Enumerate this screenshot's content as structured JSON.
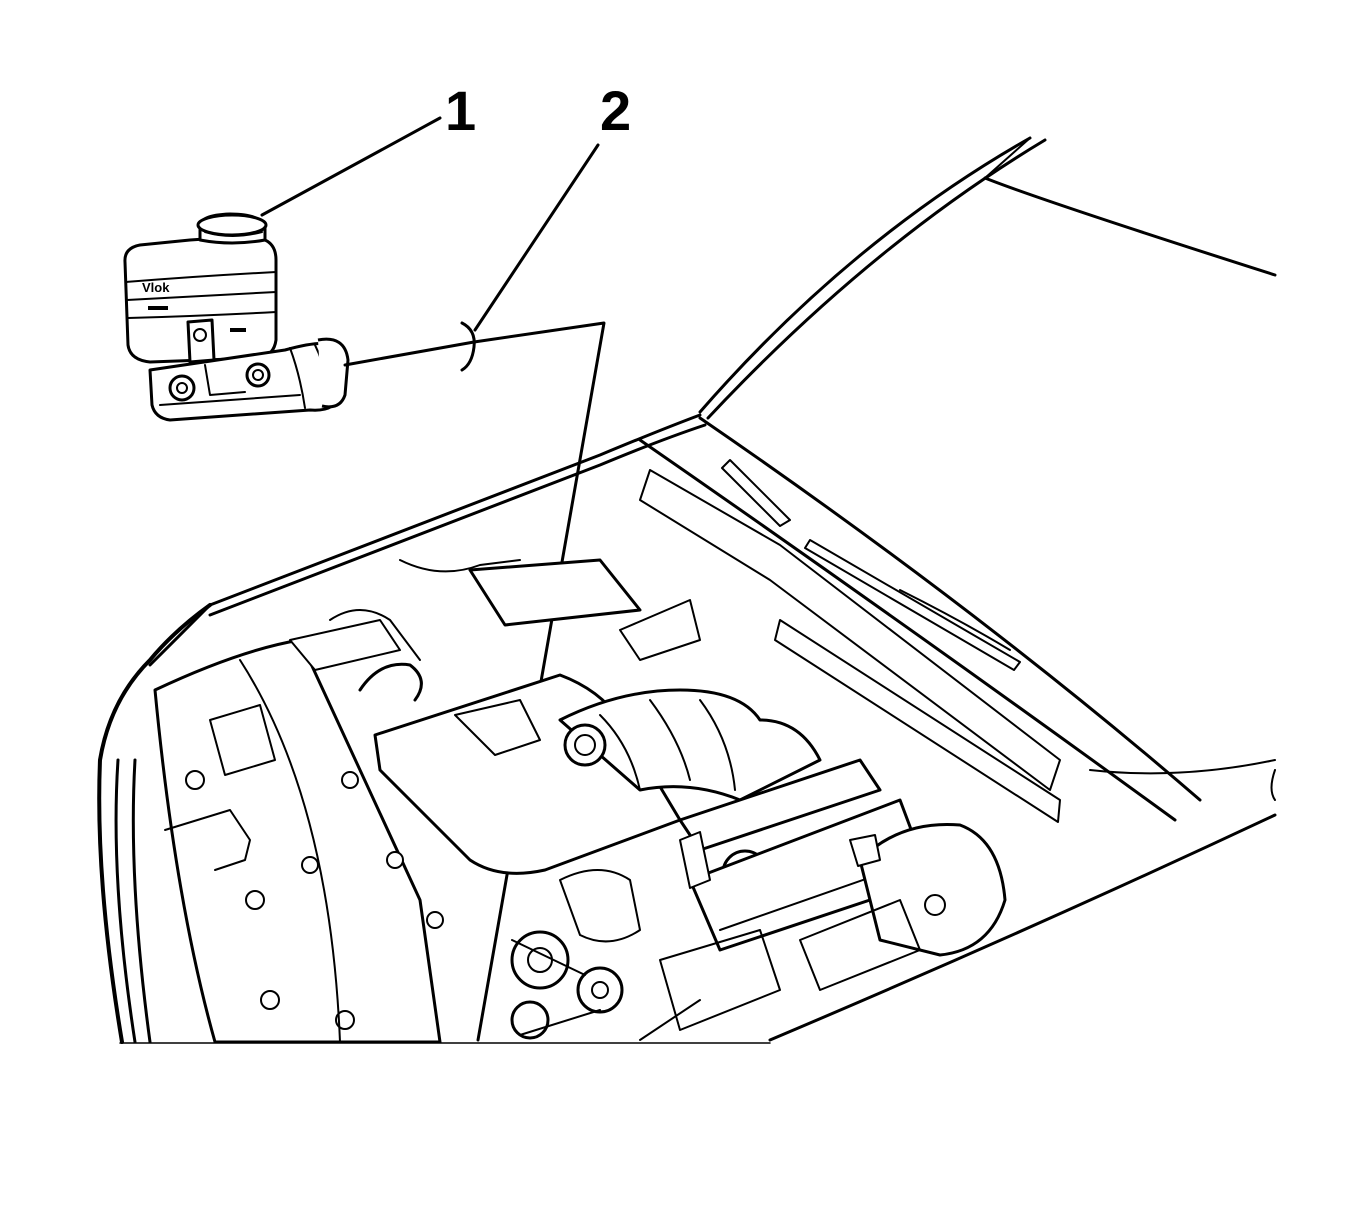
{
  "diagram": {
    "callouts": [
      {
        "number": "1"
      },
      {
        "number": "2"
      }
    ],
    "reservoir_text": "Vlok"
  }
}
